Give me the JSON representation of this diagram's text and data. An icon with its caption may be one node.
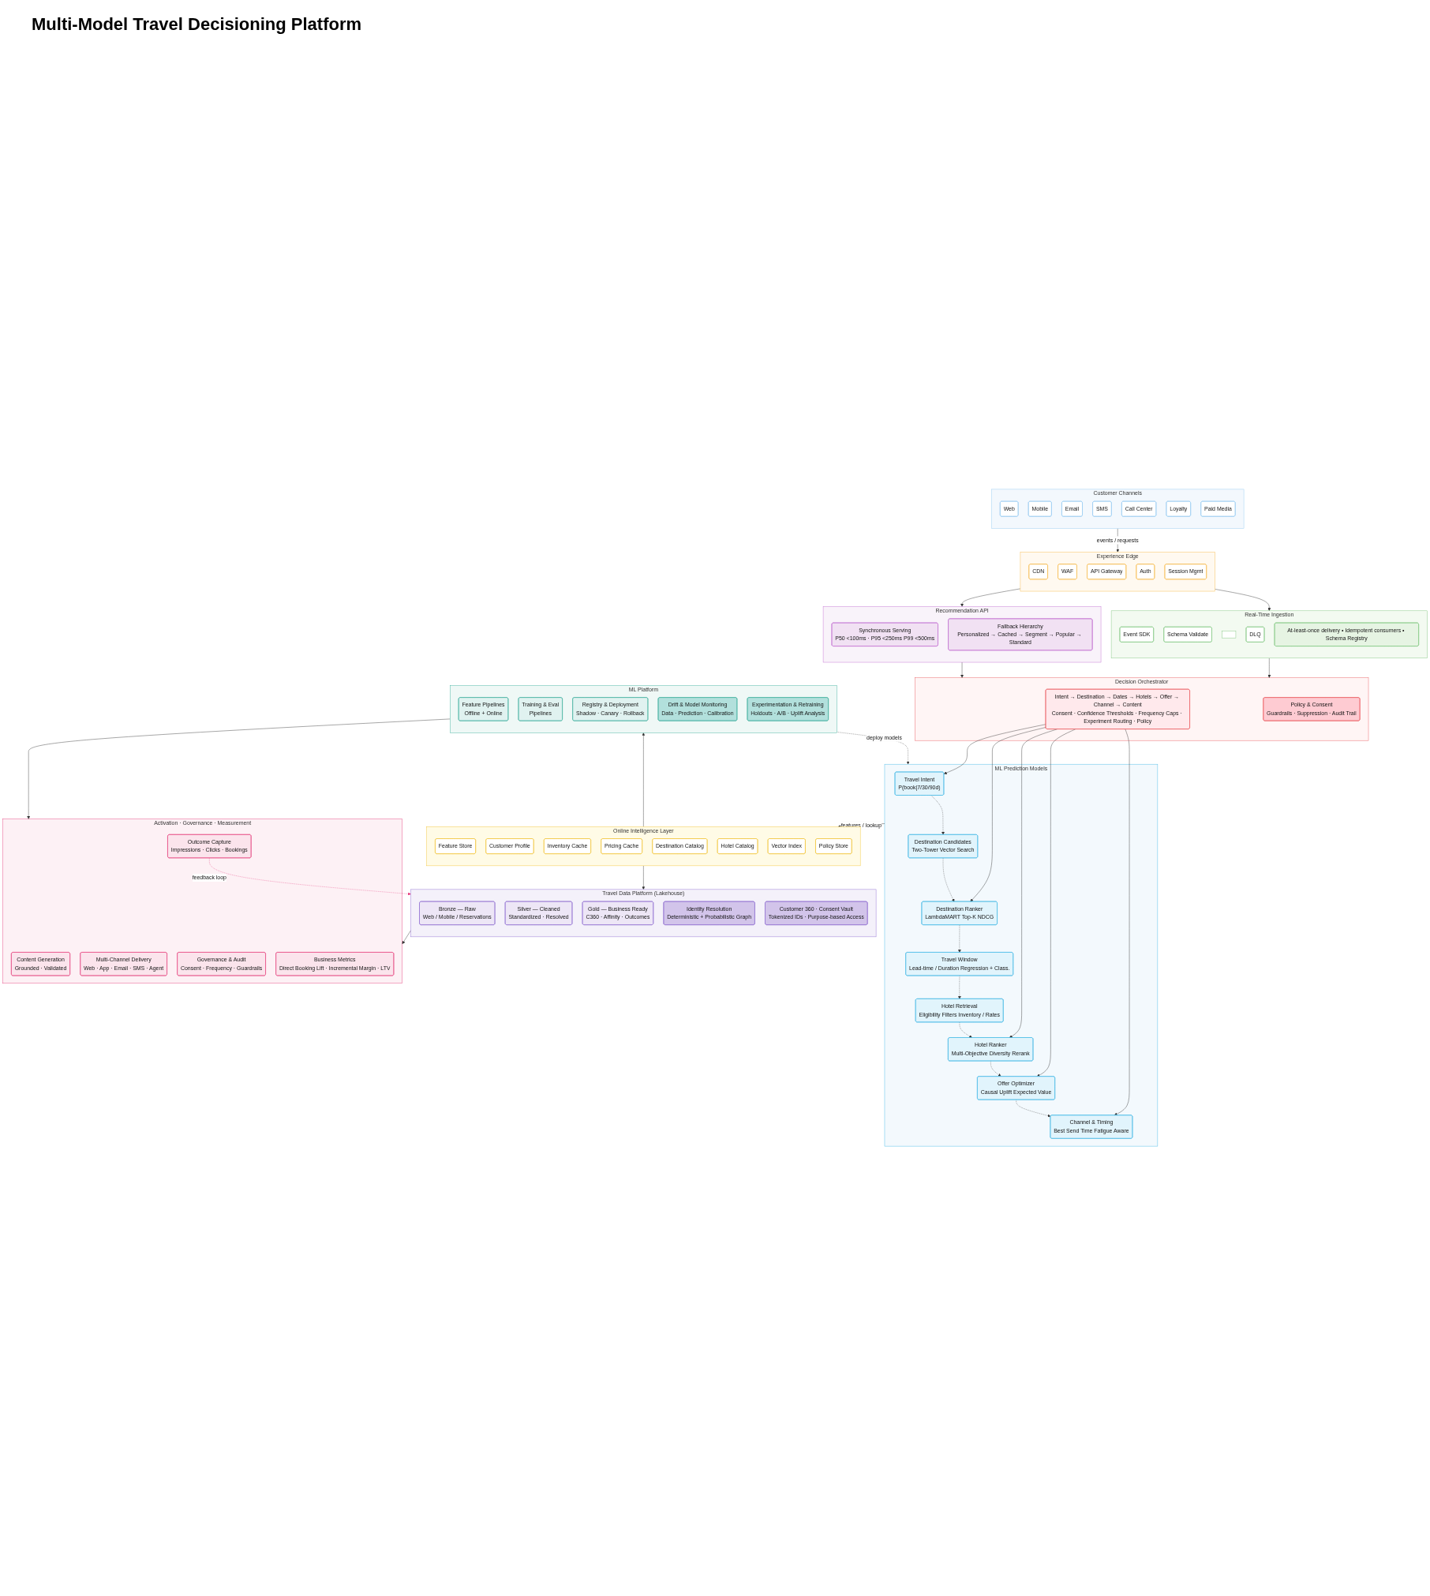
{
  "diagram": {
    "title": "Multi-Model Travel Decisioning Platform",
    "nodes": [
      {
        "text": [
          "Customer Channels"
        ]
      },
      {
        "text": [
          "Web"
        ],
        "in": 0
      },
      {
        "text": [
          "Mobile"
        ],
        "in": 0
      },
      {
        "text": [
          "Email"
        ],
        "in": 0
      },
      {
        "text": [
          "SMS"
        ],
        "in": 0
      },
      {
        "text": [
          "Call Center"
        ],
        "in": 0
      },
      {
        "text": [
          "Loyalty"
        ],
        "in": 0
      },
      {
        "text": [
          "Paid Media"
        ],
        "in": 0
      },
      {
        "text": [
          "Experience Edge"
        ]
      },
      {
        "text": [
          "CDN"
        ],
        "in": 8
      },
      {
        "text": [
          "WAF"
        ],
        "in": 8
      },
      {
        "text": [
          "API Gateway"
        ],
        "in": 8
      },
      {
        "text": [
          "Auth"
        ],
        "in": 8
      },
      {
        "text": [
          "Session Mgmt"
        ],
        "in": 8
      },
      {
        "text": [
          "Real-Time Ingestion"
        ]
      },
      {
        "text": [
          "Event SDK"
        ],
        "in": 14
      },
      {
        "text": [
          "Schema Validate"
        ],
        "in": 14
      },
      {
        "text": [],
        "shape": "box",
        "in": 14
      },
      {
        "text": [
          "DLQ"
        ],
        "in": 14
      },
      {
        "text": [
          "At-least-once delivery • Idempotent consumers • Schema Registry"
        ],
        "in": 14
      },
      {
        "text": [
          "Recommendation API"
        ]
      },
      {
        "text": [
          "Synchronous Serving",
          "P50 <100ms · P95 <250ms P99 <500ms"
        ],
        "in": 20
      },
      {
        "text": [
          "Fallback Hierarchy",
          "Personalized → Cached → Segment → Popular → Standard"
        ],
        "in": 20
      },
      {
        "text": [
          "Decision Orchestrator"
        ]
      },
      {
        "text": [
          "Intent → Destination → Dates → Hotels → Offer → Channel → Content",
          "Consent · Confidence Thresholds · Frequency Caps · Experiment Routing · Policy"
        ],
        "in": 23
      },
      {
        "text": [
          "Policy & Consent",
          "Guardrails · Suppression · Audit Trail"
        ],
        "in": 23
      },
      {
        "text": [
          "ML Prediction Models"
        ]
      },
      {
        "text": [
          "Travel Intent",
          "P(book|7/30/90d)"
        ],
        "in": 26
      },
      {
        "text": [
          "Destination Candidates",
          "Two-Tower Vector Search"
        ],
        "in": 26
      },
      {
        "text": [
          "Destination Ranker",
          "LambdaMART Top-K NDCG"
        ],
        "in": 26
      },
      {
        "text": [
          "Travel Window",
          "Lead-time / Duration Regression + Class."
        ],
        "in": 26
      },
      {
        "text": [
          "Hotel Retrieval",
          "Eligibility Filters Inventory / Rates"
        ],
        "in": 26
      },
      {
        "text": [
          "Hotel Ranker",
          "Multi-Objective Diversity Rerank"
        ],
        "in": 26
      },
      {
        "text": [
          "Offer Optimizer",
          "Causal Uplift Expected Value"
        ],
        "in": 26
      },
      {
        "text": [
          "Channel & Timing",
          "Best Send Time Fatigue Aware"
        ],
        "in": 26
      },
      {
        "text": [
          "Online Intelligence Layer"
        ]
      },
      {
        "text": [
          "Feature Store"
        ],
        "in": 35
      },
      {
        "text": [
          "Customer Profile"
        ],
        "in": 35
      },
      {
        "text": [
          "Inventory Cache"
        ],
        "in": 35
      },
      {
        "text": [
          "Pricing Cache"
        ],
        "in": 35
      },
      {
        "text": [
          "Destination Catalog"
        ],
        "in": 35
      },
      {
        "text": [
          "Hotel Catalog"
        ],
        "in": 35
      },
      {
        "text": [
          "Vector Index"
        ],
        "in": 35
      },
      {
        "text": [
          "Policy Store"
        ],
        "in": 35
      },
      {
        "text": [
          "Travel Data Platform (Lakehouse)"
        ]
      },
      {
        "text": [
          "Bronze — Raw",
          "Web / Mobile / Reservations"
        ],
        "in": 44
      },
      {
        "text": [
          "Silver — Cleaned",
          "Standardized · Resolved"
        ],
        "in": 44
      },
      {
        "text": [
          "Gold — Business Ready",
          "C360 · Affinity · Outcomes"
        ],
        "in": 44
      },
      {
        "text": [
          "Identity Resolution",
          "Deterministic + Probabilistic Graph"
        ],
        "in": 44
      },
      {
        "text": [
          "Customer 360 · Consent Vault",
          "Tokenized IDs · Purpose-based Access"
        ],
        "in": 44
      },
      {
        "text": [
          "ML Platform"
        ]
      },
      {
        "text": [
          "Feature Pipelines",
          "Offline + Online"
        ],
        "in": 50
      },
      {
        "text": [
          "Training & Eval",
          "Pipelines"
        ],
        "in": 50
      },
      {
        "text": [
          "Registry & Deployment",
          "Shadow · Canary · Rollback"
        ],
        "in": 50
      },
      {
        "text": [
          "Drift & Model Monitoring",
          "Data · Prediction · Calibration"
        ],
        "in": 50
      },
      {
        "text": [
          "Experimentation & Retraining",
          "Holdouts · A/B · Uplift Analysis"
        ],
        "in": 50
      },
      {
        "text": [
          "Activation · Governance · Measurement"
        ]
      },
      {
        "text": [
          "Content Generation",
          "Grounded · Validated"
        ],
        "in": 56
      },
      {
        "text": [
          "Multi-Channel Delivery",
          "Web · App · Email · SMS · Agent"
        ],
        "in": 56
      },
      {
        "text": [
          "Outcome Capture",
          "Impressions · Clicks · Bookings"
        ],
        "in": 56
      },
      {
        "text": [
          "Governance & Audit",
          "Consent · Frequency · Guardrails"
        ],
        "in": 56
      },
      {
        "text": [
          "Business Metrics",
          "Direct Booking Lift · Incremental Margin · LTV"
        ],
        "in": 56
      }
    ],
    "edges": [
      {
        "from": 0,
        "to": 8,
        "arrow": "to",
        "label": "events / requests"
      },
      {
        "from": 8,
        "to": 14,
        "arrow": "to"
      },
      {
        "from": 8,
        "to": 20,
        "arrow": "to"
      },
      {
        "from": 14,
        "to": 23,
        "arrow": "to"
      },
      {
        "from": 20,
        "to": 23,
        "arrow": "to"
      },
      {
        "from": 24,
        "to": 27,
        "arrow": "to"
      },
      {
        "from": 24,
        "to": 29,
        "arrow": "to"
      },
      {
        "from": 24,
        "to": 32,
        "arrow": "to"
      },
      {
        "from": 24,
        "to": 33,
        "arrow": "to"
      },
      {
        "from": 24,
        "to": 34,
        "arrow": "to"
      },
      {
        "from": 27,
        "to": 28,
        "arrow": "to",
        "style": "dashed"
      },
      {
        "from": 28,
        "to": 29,
        "arrow": "to",
        "style": "dashed"
      },
      {
        "from": 29,
        "to": 30,
        "arrow": "to",
        "style": "dashed"
      },
      {
        "from": 30,
        "to": 31,
        "arrow": "to",
        "style": "dashed"
      },
      {
        "from": 31,
        "to": 32,
        "arrow": "to",
        "style": "dashed"
      },
      {
        "from": 32,
        "to": 33,
        "arrow": "to",
        "style": "dashed"
      },
      {
        "from": 33,
        "to": 34,
        "arrow": "to",
        "style": "dashed"
      },
      {
        "from": 26,
        "to": 35,
        "arrow": "to",
        "label": "features / lookup"
      },
      {
        "from": 50,
        "to": 26,
        "arrow": "to",
        "style": "dashed",
        "label": "deploy models"
      },
      {
        "from": 35,
        "to": 44,
        "arrow": "to"
      },
      {
        "from": 35,
        "to": 50,
        "arrow": "to"
      },
      {
        "from": 44,
        "to": 56,
        "arrow": "to"
      },
      {
        "from": 50,
        "to": 56,
        "arrow": "to"
      },
      {
        "from": 59,
        "to": 44,
        "arrow": "to",
        "style": "dashed",
        "color": "#e6357a",
        "label": "feedback loop"
      }
    ]
  }
}
